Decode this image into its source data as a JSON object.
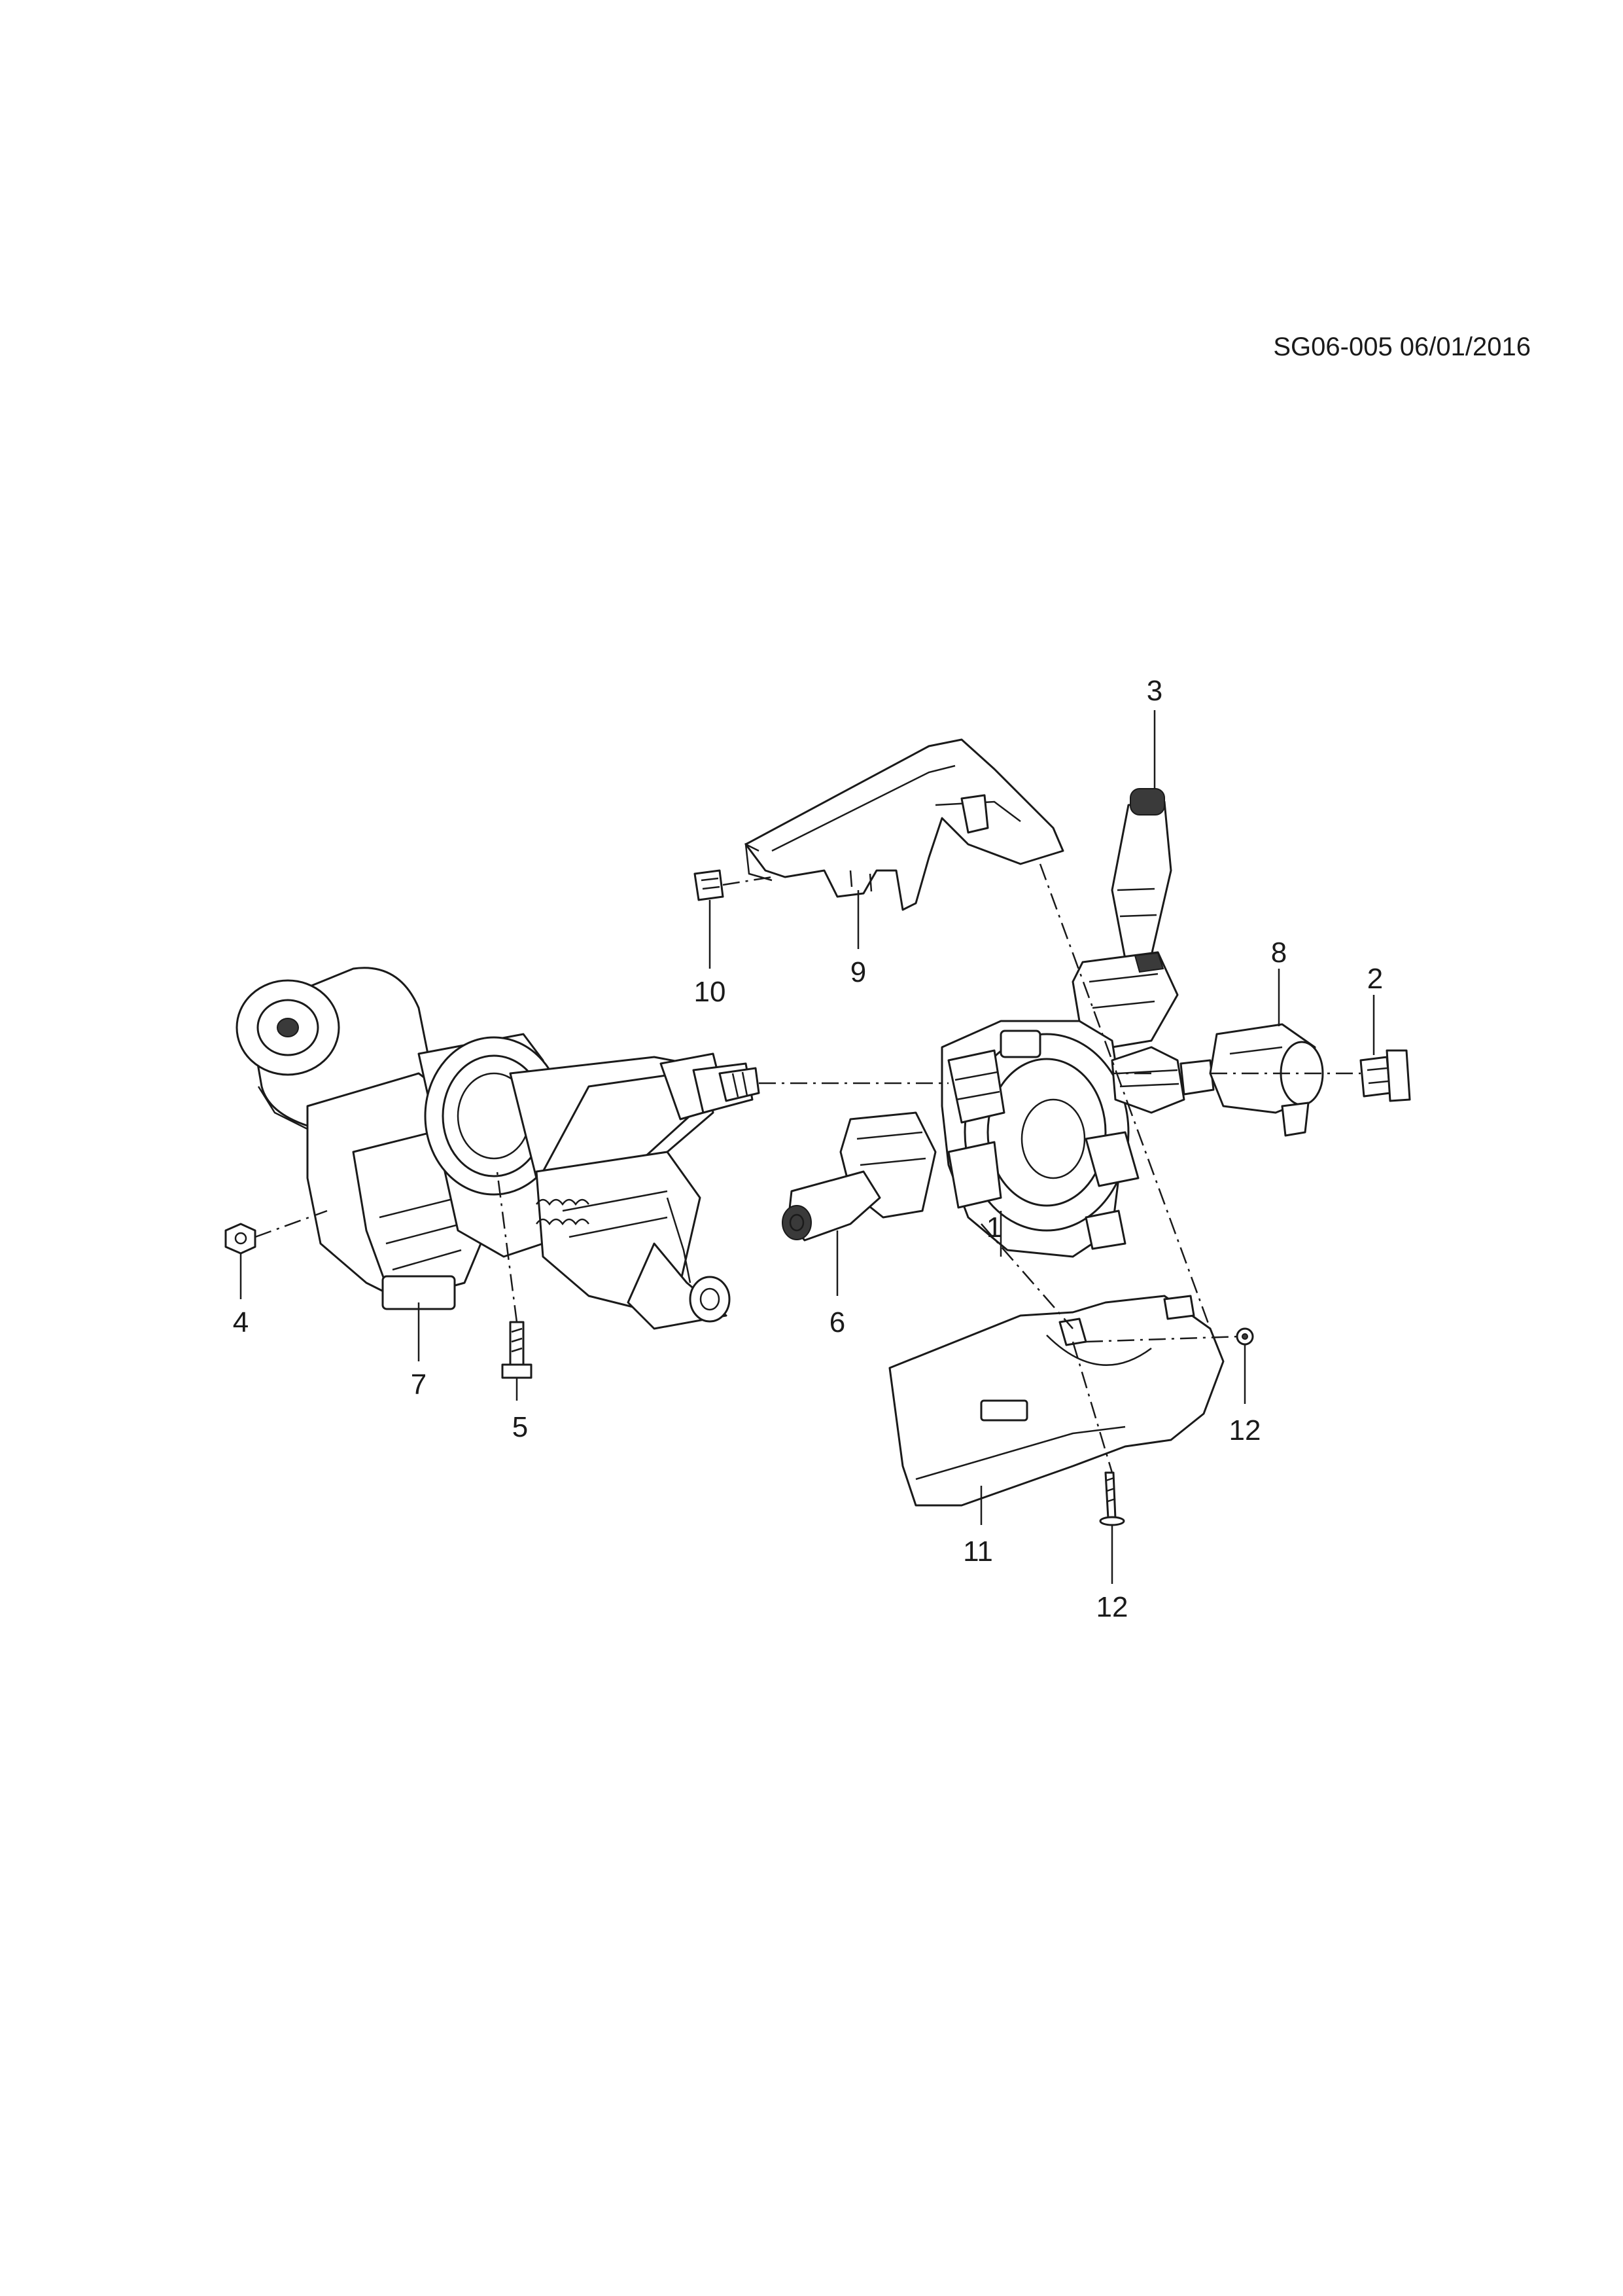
{
  "drawing_ref": "SG06-005 06/01/2016",
  "callouts": [
    "1",
    "2",
    "3",
    "4",
    "5",
    "6",
    "7",
    "8",
    "9",
    "10",
    "11",
    "12"
  ],
  "parts": [
    "steering-column",
    "clockspring-switch-housing",
    "wiper-switch",
    "turn-signal-switch",
    "upper-column-cover",
    "lower-column-cover",
    "lock-cylinder",
    "ignition-switch",
    "immobilizer-antenna-bracket",
    "screw",
    "bolt",
    "nut",
    "clip"
  ]
}
